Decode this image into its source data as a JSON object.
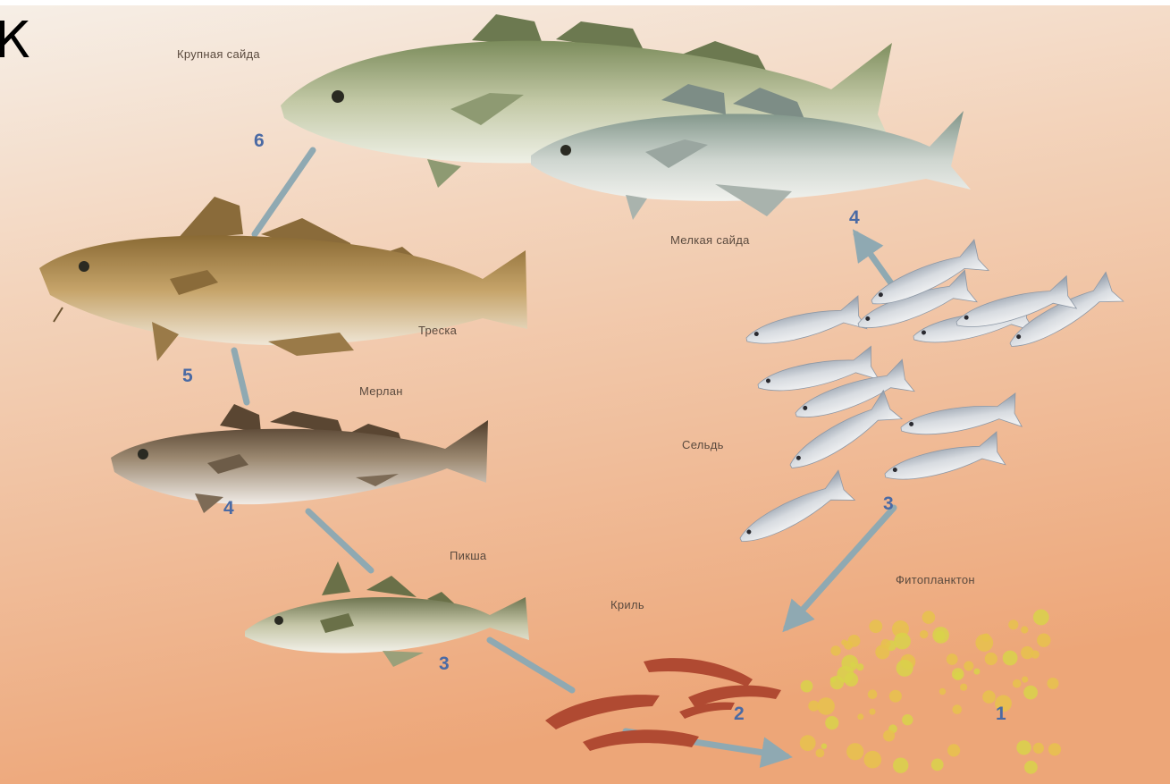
{
  "corner_glyph": "К",
  "labels": {
    "large_saithe": "Крупная сайда",
    "small_saithe": "Мелкая сайда",
    "cod": "Треска",
    "whiting": "Мерлан",
    "herring": "Сельдь",
    "haddock": "Пикша",
    "krill": "Криль",
    "phytoplankton": "Фитопланктон"
  },
  "levels": {
    "large_saithe": "6",
    "small_saithe": "4",
    "cod": "5",
    "whiting": "4",
    "herring": "3",
    "haddock": "3",
    "krill": "2",
    "phytoplankton": "1"
  },
  "colors": {
    "background_top": "#f4ede4",
    "background_bottom": "#eea87a",
    "arrow": "#8fa9b2",
    "number": "#4a6aa4",
    "krill": "#b04a32",
    "phytoplankton": "#d6d24a"
  }
}
